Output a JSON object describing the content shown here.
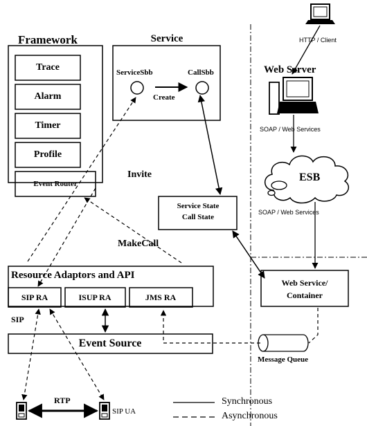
{
  "labels": {
    "framework": "Framework",
    "trace": "Trace",
    "alarm": "Alarm",
    "timer": "Timer",
    "profile": "Profile",
    "event_router": "Event Router",
    "service": "Service",
    "service_sbb": "ServiceSbb",
    "call_sbb": "CallSbb",
    "create": "Create",
    "invite": "Invite",
    "service_state": "Service State",
    "call_state": "Call State",
    "makecall": "MakeCall",
    "resource_adaptors": "Resource Adaptors and API",
    "sip_ra": "SIP RA",
    "isup_ra": "ISUP RA",
    "jms_ra": "JMS RA",
    "sip": "SIP",
    "event_source": "Event Source",
    "message_queue": "Message Queue",
    "rtp": "RTP",
    "sip_ua": "SIP UA",
    "legend_sync": "Synchronous",
    "legend_async": "Asynchronous",
    "http_client": "HTTP / Client",
    "web_server": "Web Server",
    "soap_1": "SOAP / Web Services",
    "esb": "ESB",
    "soap_2": "SOAP / Web Services",
    "ws_line1": "Web Service/",
    "ws_line2": "Container"
  }
}
